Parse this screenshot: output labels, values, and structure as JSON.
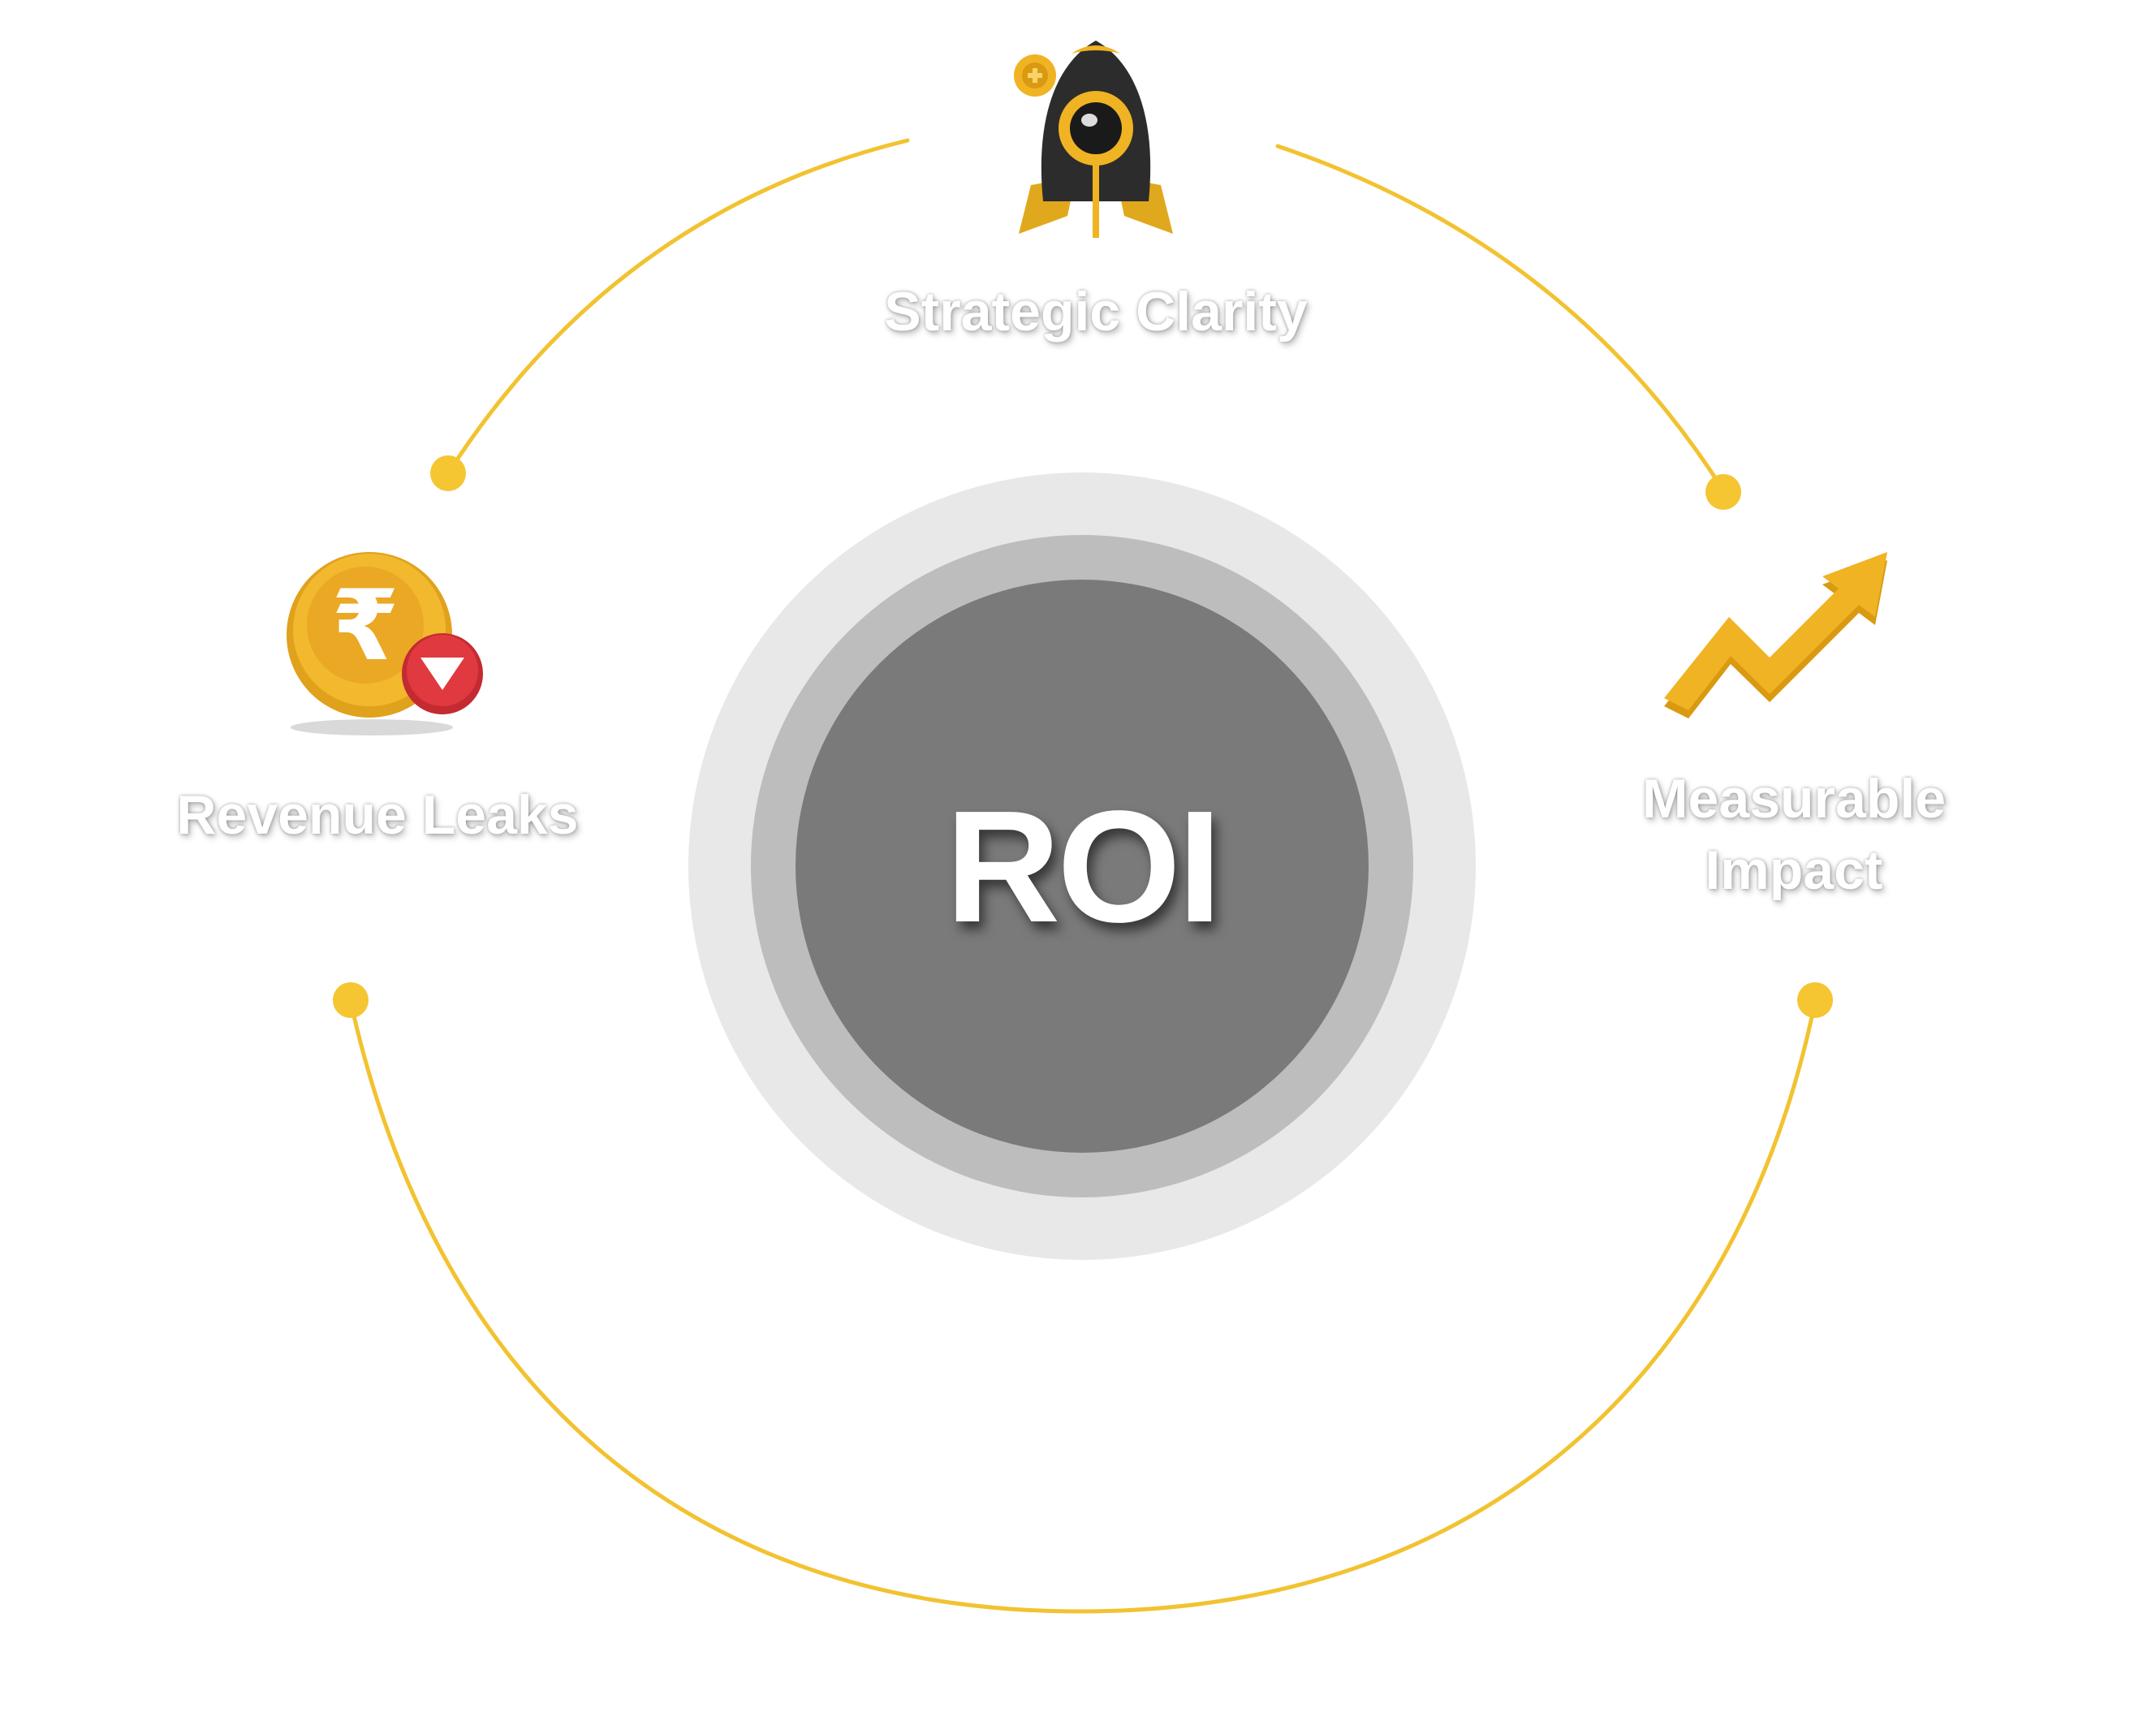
{
  "center": {
    "label": "ROI"
  },
  "nodes": [
    {
      "label": "Strategic Clarity",
      "icon": "rocket-icon"
    },
    {
      "label": "Revenue Leaks",
      "icon": "rupee-coin-down-icon"
    },
    {
      "label": "Measurable Impact",
      "icon": "trend-up-arrow-icon"
    }
  ],
  "colors": {
    "arc": "#f2c230",
    "dot": "#f5c532",
    "ring_outer": "#e8e8e8",
    "ring_mid": "#bdbdbd",
    "ring_core": "#7a7a7a",
    "icon_gold": "#f0b323",
    "icon_red": "#d9323a",
    "rocket_body": "#2c2c2c"
  }
}
